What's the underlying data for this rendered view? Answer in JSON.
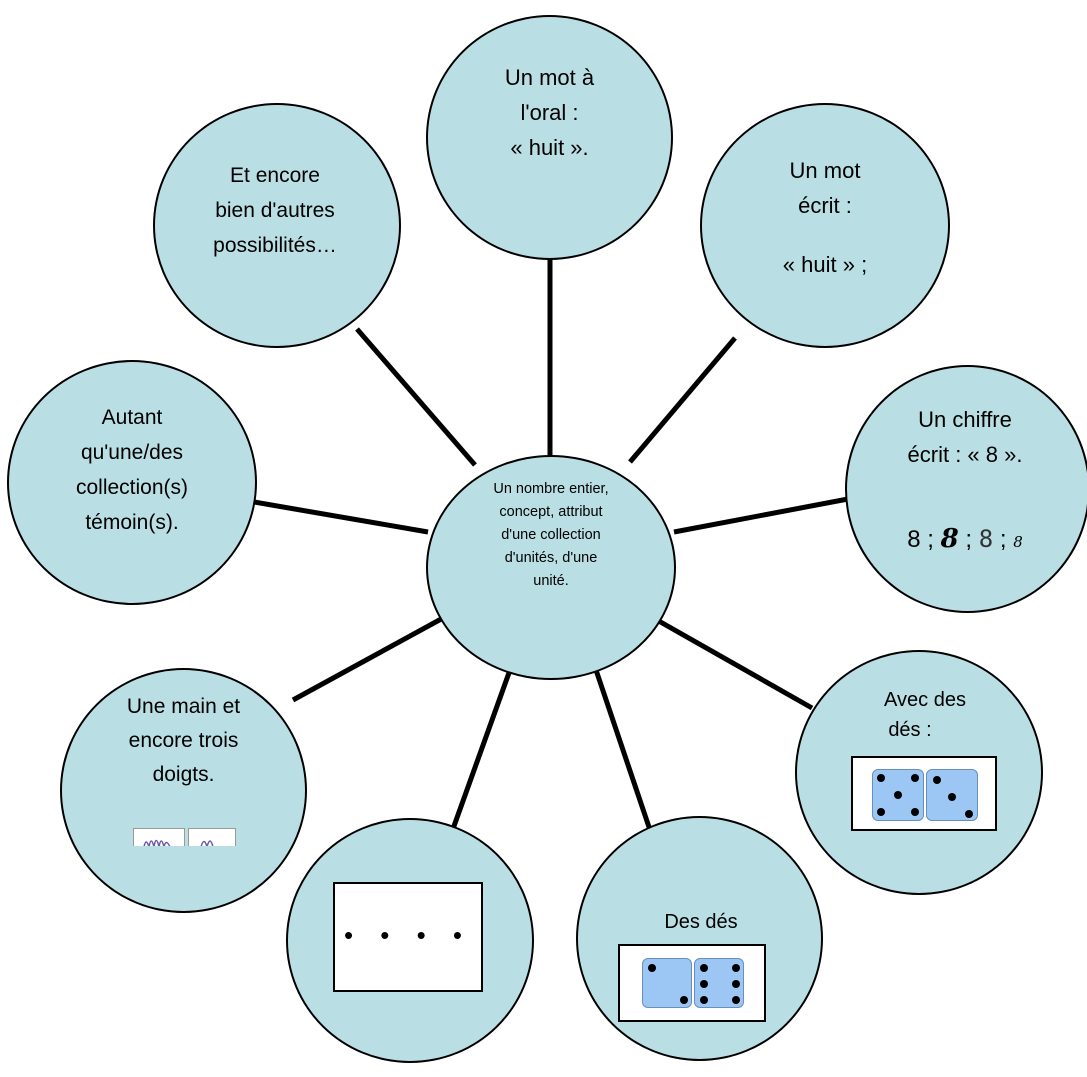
{
  "center": {
    "lines": [
      "Un nombre entier,",
      "concept, attribut",
      "d'une collection",
      "d'unités, d'une",
      "unité."
    ]
  },
  "nodes": {
    "oral": {
      "lines": [
        "Un mot à",
        "l'oral :",
        "« huit »."
      ]
    },
    "ecrit": {
      "lines": [
        "Un mot",
        "écrit :",
        "",
        "« huit » ;"
      ]
    },
    "chiffre": {
      "lines": [
        "Un chiffre",
        "écrit : « 8 »."
      ],
      "variants": [
        "8",
        "8",
        "8",
        "8"
      ],
      "sep": ";"
    },
    "des_avec": {
      "lines": [
        "Avec des",
        "dés :"
      ]
    },
    "des": {
      "label": "Des dés"
    },
    "points": {
      "dots": "• • • •"
    },
    "main": {
      "lines": [
        "Une main et",
        "encore trois",
        "doigts."
      ]
    },
    "temoin": {
      "lines": [
        "Autant",
        "qu'une/des",
        "collection(s)",
        "témoin(s)."
      ]
    },
    "encore": {
      "lines": [
        "Et encore",
        "bien d'autres",
        "possibilités…"
      ]
    }
  },
  "colors": {
    "circle_fill": "#b9dfe4",
    "die_fill": "#9cc7f5",
    "line": "#000000"
  }
}
